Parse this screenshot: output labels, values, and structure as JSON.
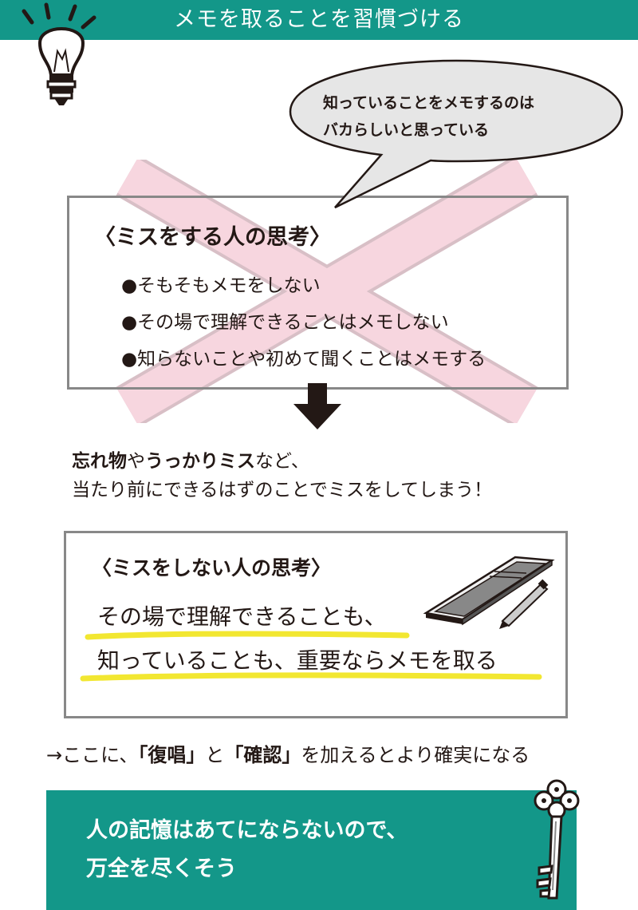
{
  "header": {
    "title": "メモを取ることを習慣づける"
  },
  "speech_bubble": {
    "lines": [
      "知っていることをメモするのは",
      "バカらしいと思っている"
    ]
  },
  "mistake_box": {
    "title": "〈ミスをする人の思考〉",
    "items": [
      "●そもそもメモをしない",
      "●その場で理解できることはメモしない",
      "●知らないことや初めて聞くことはメモする"
    ]
  },
  "result": {
    "line1": {
      "bold1": "忘れ物",
      "mid": "や",
      "bold2": "うっかりミス",
      "end": "など、"
    },
    "line2": "当たり前にできるはずのことでミスをしてしまう！"
  },
  "good_box": {
    "title": "〈ミスをしない人の思考〉",
    "line1": "その場で理解できることも、",
    "line2": "知っていることも、重要ならメモを取る"
  },
  "footnote": {
    "prefix": "→ここに、",
    "term1": "「復唱」",
    "mid": "と",
    "term2": "「確認」",
    "suffix": "を加えるとより確実になる"
  },
  "summary": {
    "line1": "人の記憶はあてにならないので、",
    "line2": "万全を尽くそう"
  },
  "colors": {
    "teal": "#139789",
    "cross_pink": "#f7d6df",
    "highlight_yellow": "#f2e731",
    "frame_gray": "#888888"
  },
  "icons": [
    "light-bulb-icon",
    "down-arrow-icon",
    "notebook-pen-icon",
    "key-icon",
    "cross-mark"
  ]
}
